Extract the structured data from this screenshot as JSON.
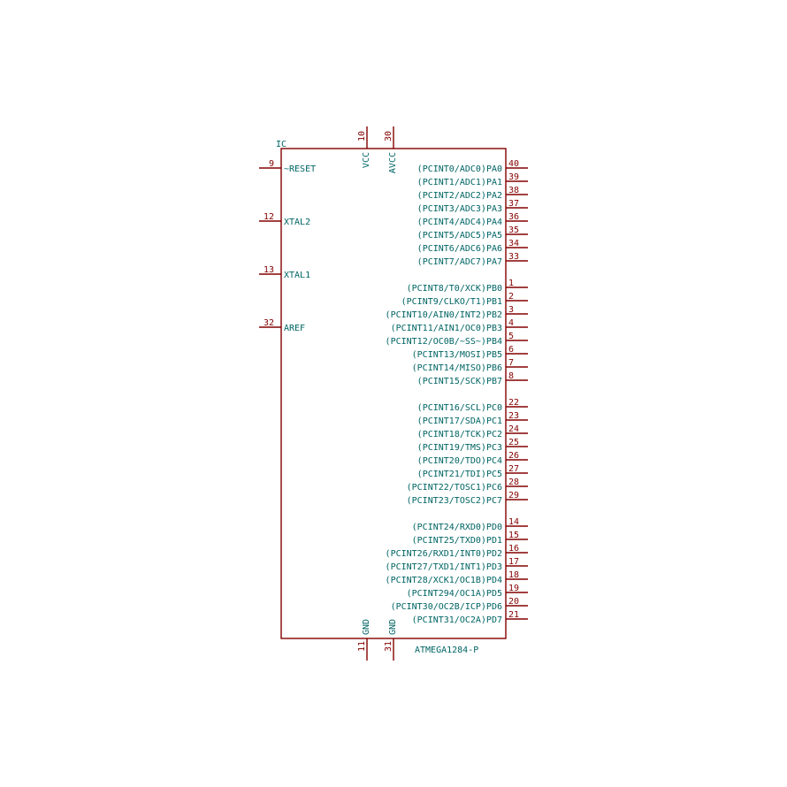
{
  "component": {
    "reference": "IC",
    "value": "ATMEGA1284-P",
    "colors": {
      "body": "#840000",
      "pin": "#840000",
      "pin_number": "#840000",
      "pin_name": "#006464"
    }
  },
  "pins": {
    "left": [
      {
        "number": "9",
        "name": "~RESET"
      },
      {
        "number": "12",
        "name": "XTAL2"
      },
      {
        "number": "13",
        "name": "XTAL1"
      },
      {
        "number": "32",
        "name": "AREF"
      }
    ],
    "top": [
      {
        "number": "10",
        "name": "VCC"
      },
      {
        "number": "30",
        "name": "AVCC"
      }
    ],
    "bottom": [
      {
        "number": "11",
        "name": "GND"
      },
      {
        "number": "31",
        "name": "GND"
      }
    ],
    "right": [
      {
        "number": "40",
        "name": "(PCINT0/ADC0)PA0"
      },
      {
        "number": "39",
        "name": "(PCINT1/ADC1)PA1"
      },
      {
        "number": "38",
        "name": "(PCINT2/ADC2)PA2"
      },
      {
        "number": "37",
        "name": "(PCINT3/ADC3)PA3"
      },
      {
        "number": "36",
        "name": "(PCINT4/ADC4)PA4"
      },
      {
        "number": "35",
        "name": "(PCINT5/ADC5)PA5"
      },
      {
        "number": "34",
        "name": "(PCINT6/ADC6)PA6"
      },
      {
        "number": "33",
        "name": "(PCINT7/ADC7)PA7"
      },
      {
        "number": "1",
        "name": "(PCINT8/T0/XCK)PB0"
      },
      {
        "number": "2",
        "name": "(PCINT9/CLKO/T1)PB1"
      },
      {
        "number": "3",
        "name": "(PCINT10/AIN0/INT2)PB2"
      },
      {
        "number": "4",
        "name": "(PCINT11/AIN1/OC0)PB3"
      },
      {
        "number": "5",
        "name": "(PCINT12/OC0B/~SS~)PB4"
      },
      {
        "number": "6",
        "name": "(PCINT13/MOSI)PB5"
      },
      {
        "number": "7",
        "name": "(PCINT14/MISO)PB6"
      },
      {
        "number": "8",
        "name": "(PCINT15/SCK)PB7"
      },
      {
        "number": "22",
        "name": "(PCINT16/SCL)PC0"
      },
      {
        "number": "23",
        "name": "(PCINT17/SDA)PC1"
      },
      {
        "number": "24",
        "name": "(PCINT18/TCK)PC2"
      },
      {
        "number": "25",
        "name": "(PCINT19/TMS)PC3"
      },
      {
        "number": "26",
        "name": "(PCINT20/TDO)PC4"
      },
      {
        "number": "27",
        "name": "(PCINT21/TDI)PC5"
      },
      {
        "number": "28",
        "name": "(PCINT22/TOSC1)PC6"
      },
      {
        "number": "29",
        "name": "(PCINT23/TOSC2)PC7"
      },
      {
        "number": "14",
        "name": "(PCINT24/RXD0)PD0"
      },
      {
        "number": "15",
        "name": "(PCINT25/TXD0)PD1"
      },
      {
        "number": "16",
        "name": "(PCINT26/RXD1/INT0)PD2"
      },
      {
        "number": "17",
        "name": "(PCINT27/TXD1/INT1)PD3"
      },
      {
        "number": "18",
        "name": "(PCINT28/XCK1/OC1B)PD4"
      },
      {
        "number": "19",
        "name": "(PCINT294/OC1A)PD5"
      },
      {
        "number": "20",
        "name": "(PCINT30/OC2B/ICP)PD6"
      },
      {
        "number": "21",
        "name": "(PCINT31/OC2A)PD7"
      }
    ]
  }
}
